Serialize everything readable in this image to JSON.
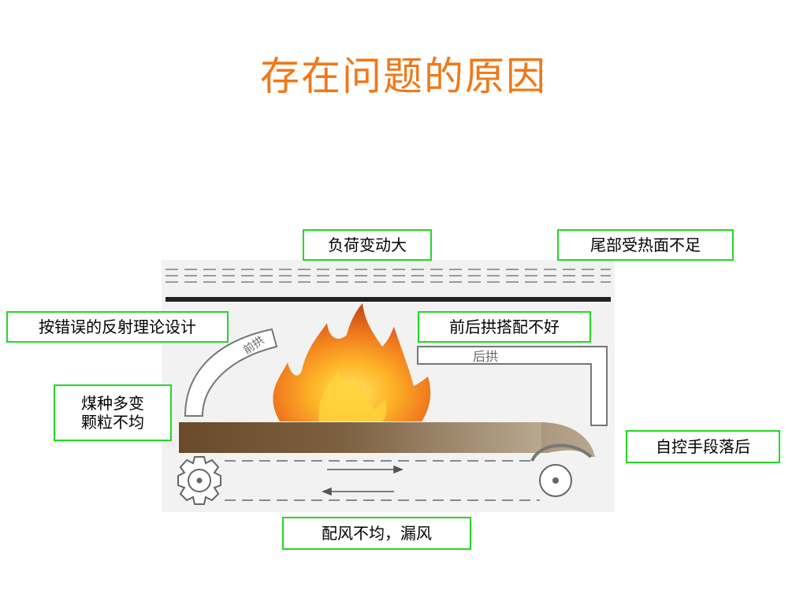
{
  "slide": {
    "title": "存在问题的原因"
  },
  "diagram": {
    "front_arch_label": "前拱",
    "rear_arch_label": "后拱"
  },
  "callouts": {
    "load_variation": "负荷变动大",
    "tail_heating_surface": "尾部受热面不足",
    "wrong_design": "按错误的反射理论设计",
    "arch_mismatch": "前后拱搭配不好",
    "coal_variation_line1": "煤种多变",
    "coal_variation_line2": "颗粒不均",
    "control_lagging": "自控手段落后",
    "air_distribution": "配风不均，漏风"
  },
  "colors": {
    "title": "#f07818",
    "callout_border": "#22d922"
  },
  "icons": [
    "flame-icon",
    "gear-icon",
    "roller-icon",
    "arrow-right-icon",
    "arrow-left-icon"
  ]
}
